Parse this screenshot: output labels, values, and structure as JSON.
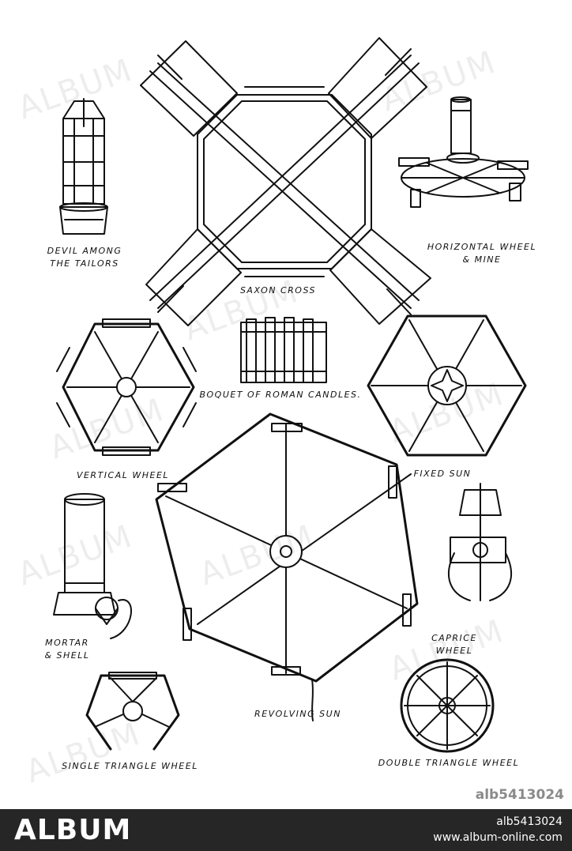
{
  "labels": {
    "devil": [
      "DEVIL AMONG",
      "THE TAILORS"
    ],
    "saxon": "SAXON CROSS",
    "horizontal": [
      "HORIZONTAL WHEEL",
      "& MINE"
    ],
    "boquet": "BOQUET OF ROMAN CANDLES.",
    "vertical": "VERTICAL WHEEL",
    "fixed": "FIXED SUN",
    "mortar": [
      "MORTAR",
      "& SHELL"
    ],
    "caprice": [
      "CAPRICE",
      "WHEEL"
    ],
    "revolving": "REVOLVING SUN",
    "single": "SINGLE TRIANGLE WHEEL",
    "double": "DOUBLE TRIANGLE WHEEL"
  },
  "watermark": "ALBUM",
  "stock_id": "alb5413024",
  "footer": {
    "brand": "ALBUM",
    "id": "alb5413024",
    "site": "www.album-online.com"
  }
}
